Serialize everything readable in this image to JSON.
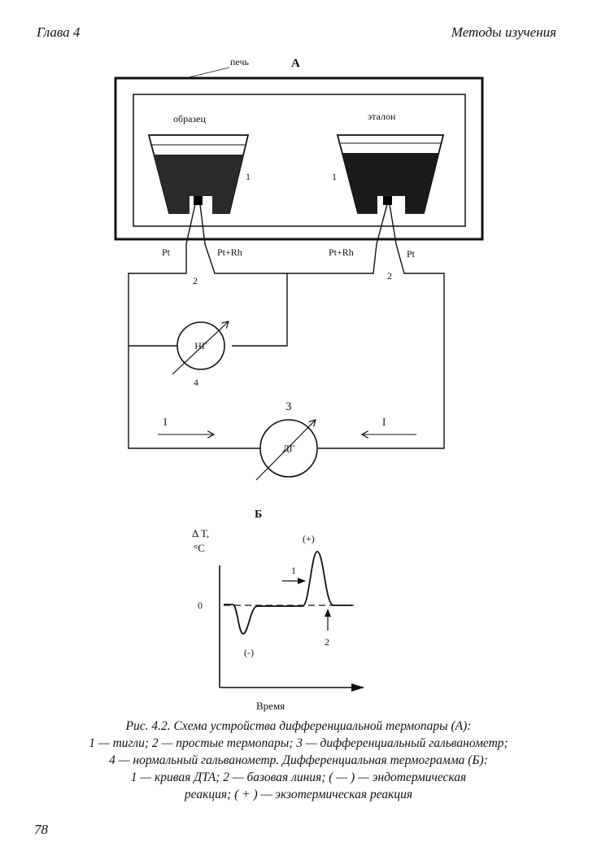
{
  "header": {
    "chapter": "Глава 4",
    "section": "Методы изучения"
  },
  "diagram_a": {
    "label": "А",
    "furnace": "печь",
    "sample": "образец",
    "reference": "эталон",
    "crucible_num": "1",
    "thermocouple_num": "2",
    "diff_galv_num": "3",
    "norm_galv_num": "4",
    "pt": "Pt",
    "ptrh": "Pt+Rh",
    "norm_galv": "НГ",
    "diff_galv": "ДГ",
    "current": "I"
  },
  "diagram_b": {
    "label": "Б",
    "ylabel_line1": "Δ T,",
    "ylabel_line2": "°C",
    "zero": "0",
    "exo": "(+)",
    "endo": "(-)",
    "arrow1": "1",
    "arrow2": "2",
    "xlabel": "Время"
  },
  "caption": {
    "line1": "Рис. 4.2. Схема устройства дифференциальной термопары (А):",
    "line2": "1 — тигли; 2 — простые термопары; 3 — дифференциальный гальванометр;",
    "line3": "4 — нормальный гальванометр. Дифференциальная термограмма (Б):",
    "line4": "1 — кривая ДТА; 2 — базовая линия; ( — ) — эндотермическая",
    "line5": "реакция; ( + ) — экзотермическая реакция"
  },
  "page_number": "78"
}
